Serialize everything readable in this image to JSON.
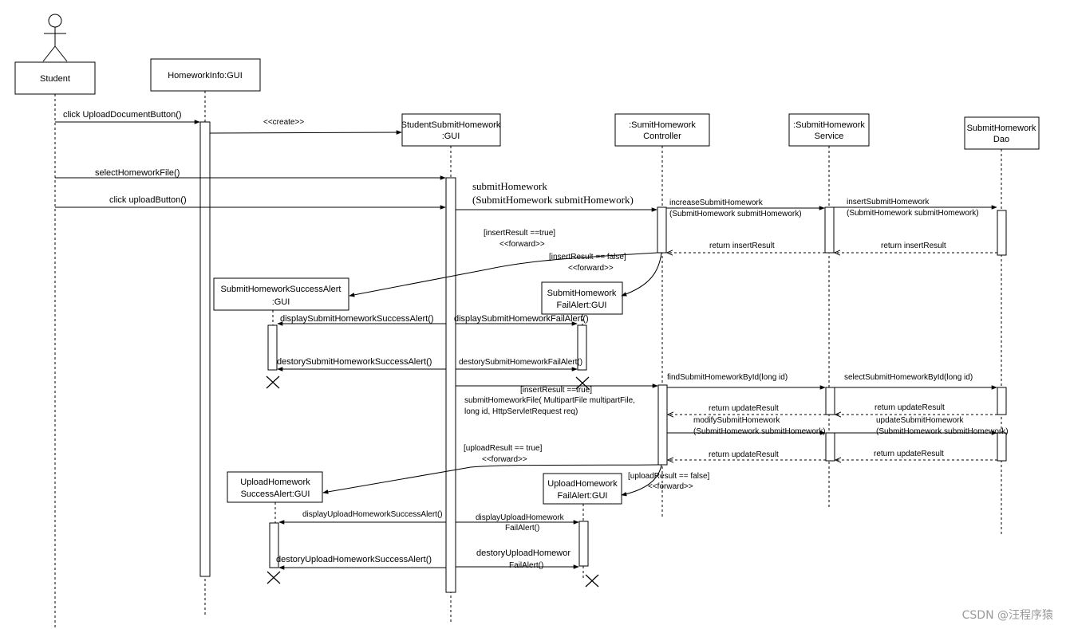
{
  "actor": {
    "label": "Student"
  },
  "participants": {
    "homework_info": "HomeworkInfo:GUI",
    "student_submit": [
      "StudentSubmitHomework",
      ":GUI"
    ],
    "controller": [
      ":SumitHomework",
      "Controller"
    ],
    "service": [
      ":SubmitHomework",
      "Service"
    ],
    "dao": [
      "SubmitHomework",
      "Dao"
    ],
    "submit_success_alert": [
      "SubmitHomeworkSuccessAlert",
      ":GUI"
    ],
    "submit_fail_alert": [
      "SubmitHomework",
      "FailAlert:GUI"
    ],
    "upload_success_alert": [
      "UploadHomework",
      "SuccessAlert:GUI"
    ],
    "upload_fail_alert": [
      "UploadHomework",
      "FailAlert:GUI"
    ]
  },
  "messages": {
    "click_upload_document": "click UploadDocumentButton()",
    "create": "<<create>>",
    "select_file": "selectHomeworkFile()",
    "click_upload": "click uploadButton()",
    "submit_homework": [
      "submitHomework",
      "(SubmitHomework submitHomework)"
    ],
    "increase_submit": [
      "increaseSubmitHomework",
      "(SubmitHomework submitHomework)"
    ],
    "insert_submit": [
      "insertSubmitHomework",
      "(SubmitHomework submitHomework)"
    ],
    "return_insert": "return insertResult",
    "guard_insert_true": [
      "[insertResult ==true]",
      "<<forward>>"
    ],
    "guard_insert_false": [
      "[insertResult == false]",
      "<<forward>>"
    ],
    "display_submit_success": "displaySubmitHomeworkSuccessAlert()",
    "display_submit_fail": "displaySubmitHomeworkFailAlert()",
    "destroy_submit_success": "destorySubmitHomeworkSuccessAlert()",
    "destroy_submit_fail": "destorySubmitHomeworkFailAlert()",
    "guard_insert_true_2": "[insertResult ==true]",
    "submit_file": [
      "submitHomeworkFile( MultipartFile multipartFile,",
      "long id, HttpServletRequest req)"
    ],
    "find_by_id": "findSubmitHomeworkById(long id)",
    "select_by_id": "selectSubmitHomeworkById(long id)",
    "return_update": "return updateResult",
    "modify_submit": [
      "modifySubmitHomework",
      "(SubmitHomework submitHomework)"
    ],
    "update_submit": [
      "updateSubmitHomework",
      "(SubmitHomework submitHomework)"
    ],
    "guard_upload_true": [
      "[uploadResult == true]",
      "<<forward>>"
    ],
    "guard_upload_false": [
      "[uploadResult == false]",
      "<<forward>>"
    ],
    "display_upload_success": "displayUploadHomeworkSuccessAlert()",
    "display_upload_fail": [
      "displayUploadHomework",
      "FailAlert()"
    ],
    "destroy_upload_success": "destoryUploadHomeworkSuccessAlert()",
    "destroy_upload_fail": [
      "destoryUploadHomewor",
      "FailAlert()"
    ]
  },
  "watermark": "CSDN @汪程序猿"
}
